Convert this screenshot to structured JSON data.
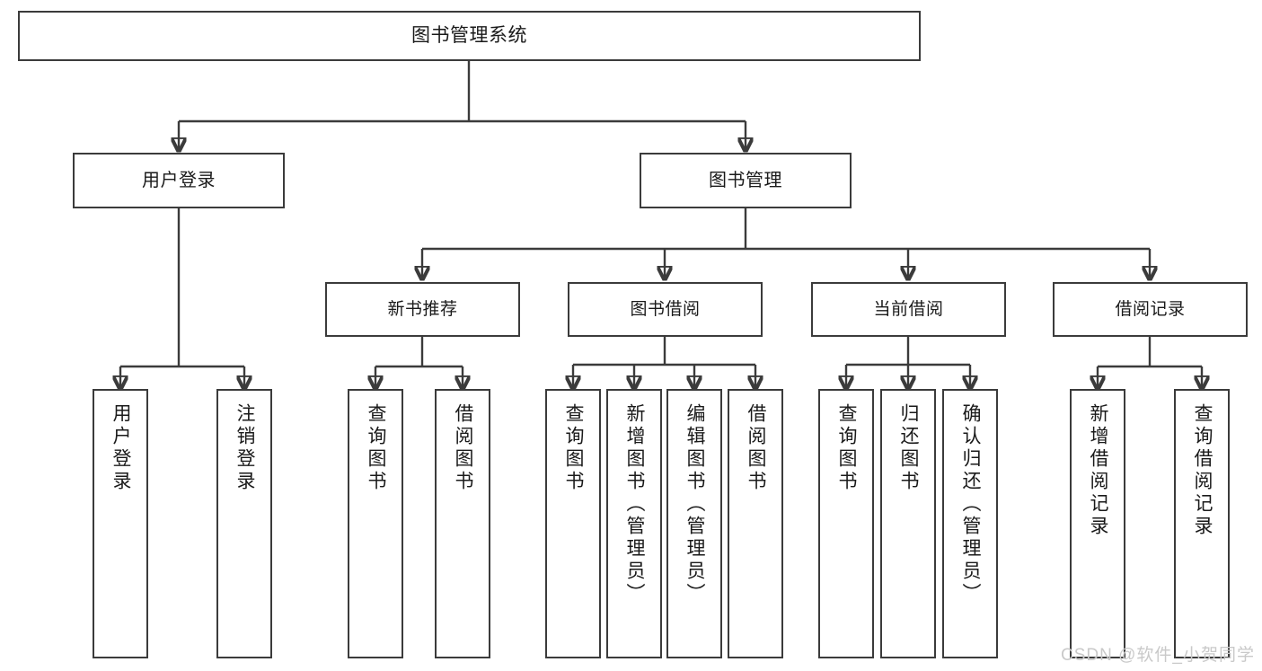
{
  "diagram": {
    "title": "图书管理系统",
    "watermark": "CSDN @软件_小贺同学",
    "colors": {
      "stroke": "#3b3b3b",
      "fill": "#ffffff",
      "text": "#1a1a1a",
      "watermark": "#c9c9c9"
    },
    "nodes": {
      "root": "图书管理系统",
      "user_login": "用户登录",
      "book_manage": "图书管理",
      "new_book_rec": "新书推荐",
      "book_borrow": "图书借阅",
      "current_borrow": "当前借阅",
      "borrow_record": "借阅记录",
      "leaf_user_login": "用户登录",
      "leaf_logout": "注销登录",
      "leaf_query_book_1": "查询图书",
      "leaf_borrow_book_1": "借阅图书",
      "leaf_query_book_2": "查询图书",
      "leaf_add_book_admin": "新增图书（管理员）",
      "leaf_edit_book_admin": "编辑图书（管理员）",
      "leaf_borrow_book_2": "借阅图书",
      "leaf_query_book_3": "查询图书",
      "leaf_return_book": "归还图书",
      "leaf_confirm_return_admin": "确认归还（管理员）",
      "leaf_add_borrow_record": "新增借阅记录",
      "leaf_query_borrow_record": "查询借阅记录"
    }
  }
}
